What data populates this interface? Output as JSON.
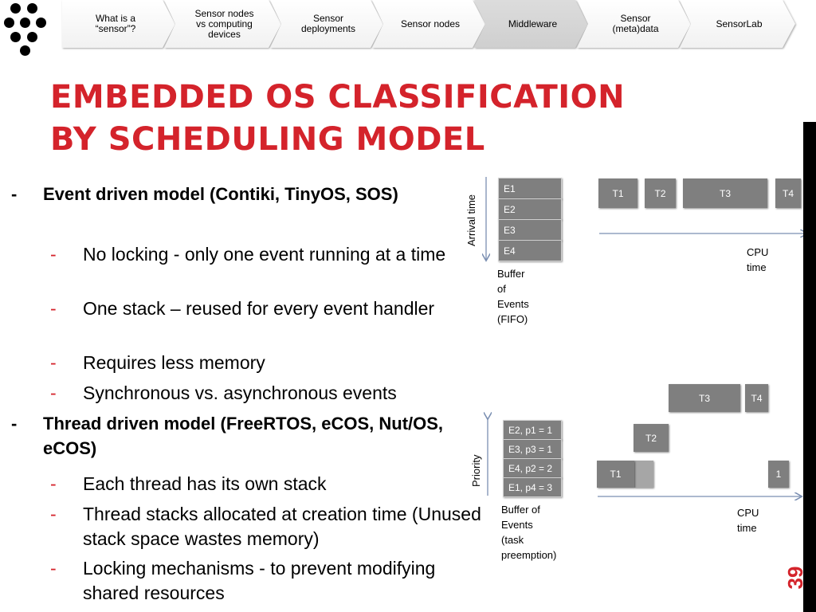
{
  "nav": {
    "items": [
      {
        "label": "What is a\n“sensor”?"
      },
      {
        "label": "Sensor nodes\nvs computing\ndevices"
      },
      {
        "label": "Sensor\ndeployments"
      },
      {
        "label": "Sensor nodes"
      },
      {
        "label": "Middleware"
      },
      {
        "label": "Sensor\n(meta)data"
      },
      {
        "label": "SensorLab"
      }
    ],
    "active": "Middleware"
  },
  "title": {
    "line1": "EMBEDDED OS CLASSIFICATION",
    "line2": "BY SCHEDULING MODEL"
  },
  "bullets": {
    "event": {
      "dash": "-",
      "heading": "Event driven model (Contiki, TinyOS, SOS)",
      "items": [
        "No locking - only one event running at a time",
        "One stack – reused for every event handler",
        "Requires less memory",
        "Synchronous vs. asynchronous events"
      ]
    },
    "thread": {
      "dash": "-",
      "heading": "Thread driven model (FreeRTOS, eCOS, Nut/OS, eCOS)",
      "items": [
        "Each thread has its own stack",
        "Thread stacks allocated at creation time (Unused stack space wastes memory)",
        "Locking mechanisms  - to prevent modifying shared resources"
      ]
    }
  },
  "diagram_event": {
    "axis_label": "Arrival time",
    "buffer": [
      "E1",
      "E2",
      "E3",
      "E4"
    ],
    "buffer_caption": "Buffer of\nEvents (FIFO)",
    "tasks": [
      "T1",
      "T2",
      "T3",
      "T4"
    ],
    "time_label": "CPU time"
  },
  "diagram_thread": {
    "axis_label": "Priority",
    "buffer": [
      "E2, p1 = 1",
      "E3, p3 = 1",
      "E4, p2 = 2",
      "E1, p4 = 3"
    ],
    "buffer_caption": "Buffer of Events\n(task preemption)",
    "tasks": {
      "t1": "T1",
      "t2": "T2",
      "t3": "T3",
      "t4": "T4",
      "resume": "1"
    },
    "time_label": "CPU time"
  },
  "page_number": "39",
  "colors": {
    "accent": "#d4232b",
    "box": "#7f7f7f",
    "arrow": "#7b8fb2"
  }
}
